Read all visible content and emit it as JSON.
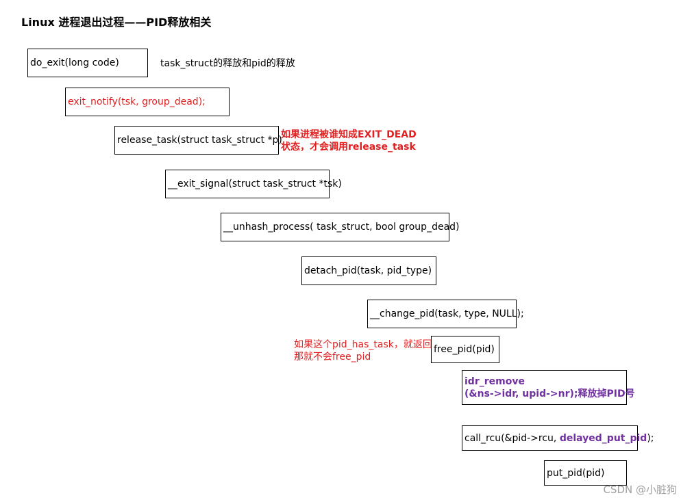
{
  "title": "Linux 进程退出过程——PID释放相关",
  "boxes": {
    "do_exit": "do_exit(long code)",
    "exit_notify": "exit_notify(tsk, group_dead);",
    "release_task": "release_task(struct task_struct *p)",
    "exit_signal": "__exit_signal(struct task_struct *tsk)",
    "unhash_process": "__unhash_process( task_struct, bool group_dead)",
    "detach_pid": "detach_pid(task, pid_type)",
    "change_pid": "__change_pid(task, type, NULL);",
    "free_pid": "free_pid(pid)",
    "idr_remove_line1": "idr_remove",
    "idr_remove_line2": "(&ns->idr, upid->nr);释放掉PID号",
    "call_rcu_prefix": "call_rcu(&pid->rcu, ",
    "call_rcu_highlight": "delayed_put_pid",
    "call_rcu_suffix": ");",
    "put_pid": "put_pid(pid)"
  },
  "notes": {
    "task_struct_release": "task_struct的释放和pid的释放",
    "exit_dead_line1": "如果进程被谁知成EXIT_DEAD",
    "exit_dead_line2": "状态，才会调用release_task",
    "pid_has_task_line1": "如果这个pid_has_task，就返回,",
    "pid_has_task_line2": "那就不会free_pid"
  },
  "watermark": "CSDN @小脏狗",
  "colors": {
    "red": "#e02020",
    "purple": "#7030a0",
    "watermark": "#a0a0a0"
  }
}
